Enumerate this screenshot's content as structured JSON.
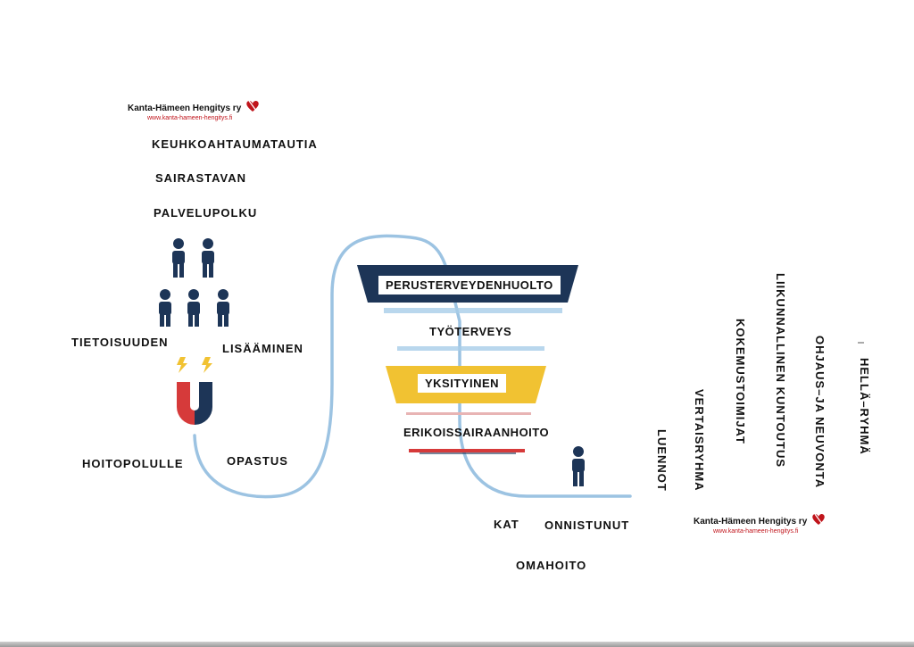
{
  "logo_top": {
    "name": "Kanta-Hämeen Hengitys ry",
    "url": "www.kanta-hameen-hengitys.fi"
  },
  "logo_bottom": {
    "name": "Kanta-Hämeen Hengitys ry",
    "url": "www.kanta-hameen-hengitys.fi"
  },
  "title_lines": [
    "KEUHKOAHTAUMATAUTIA",
    "SAIRASTAVAN",
    "PALVELUPOLKU"
  ],
  "left_labels": {
    "tietoisuuden": "TIETOISUUDEN",
    "lisaaminen": "LISÄÄMINEN",
    "hoitopolulle": "HOITOPOLULLE",
    "opastus": "OPASTUS"
  },
  "funnel": {
    "perusterveydenhuolto": "PERUSTERVEYDENHUOLTO",
    "tyoterveys": "TYÖTERVEYS",
    "yksityinen": "YKSITYINEN",
    "erikoissairaanhoito": "ERIKOISSAIRAANHOITO"
  },
  "bottom_labels": {
    "kat": "KAT",
    "onnistunut": "ONNISTUNUT",
    "omahoito": "OMAHOITO"
  },
  "vertical_labels": {
    "luennot": "LUENNOT",
    "vertaisryhma": "VERTAISRYHMA",
    "kokemustoimijat": "KOKEMUSTOIMIJAT",
    "liikunnallinen": "LIIKUNNALLINEN  KUNTOUTUS",
    "ohjaus": "OHJAUS–JA NEUVONTA",
    "hella": "HELLÄ–RYHMÄ"
  },
  "colors": {
    "path": "#9cc3e2",
    "navy": "#1d3557",
    "yellow": "#f1c232",
    "red": "#d63a3a",
    "logo_red": "#c0141b"
  },
  "icons": [
    "person-icon",
    "magnet-icon",
    "lightning-icon",
    "heart-logo-icon"
  ]
}
